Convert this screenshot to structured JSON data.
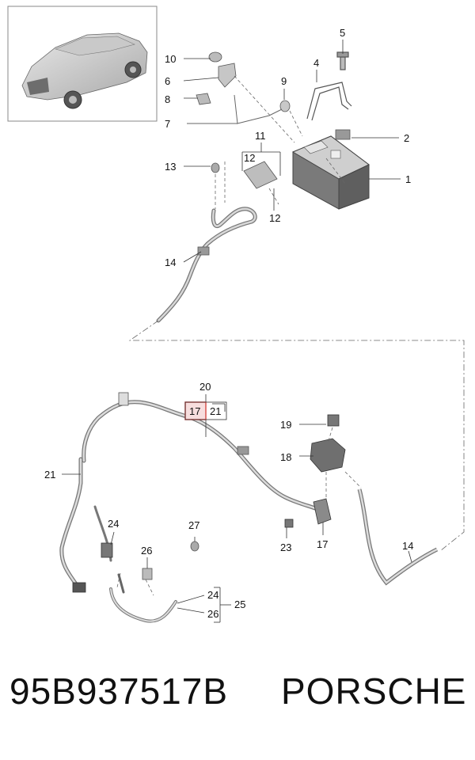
{
  "callouts": {
    "c1": "1",
    "c2": "2",
    "c4": "4",
    "c5": "5",
    "c6": "6",
    "c7": "7",
    "c8": "8",
    "c9": "9",
    "c10": "10",
    "c11": "11",
    "c12a": "12",
    "c12b": "12",
    "c13": "13",
    "c14a": "14",
    "c17a": "17",
    "c17b": "17",
    "c18": "18",
    "c19": "19",
    "c20": "20",
    "c21a": "21",
    "c21b": "21",
    "c23": "23",
    "c24a": "24",
    "c24b": "24",
    "c25": "25",
    "c26a": "26",
    "c26b": "26",
    "c27": "27",
    "c14b": "14"
  },
  "highlight_color": "#d9534f",
  "footer": {
    "part_number": "95B937517B",
    "brand": "PORSCHE"
  }
}
